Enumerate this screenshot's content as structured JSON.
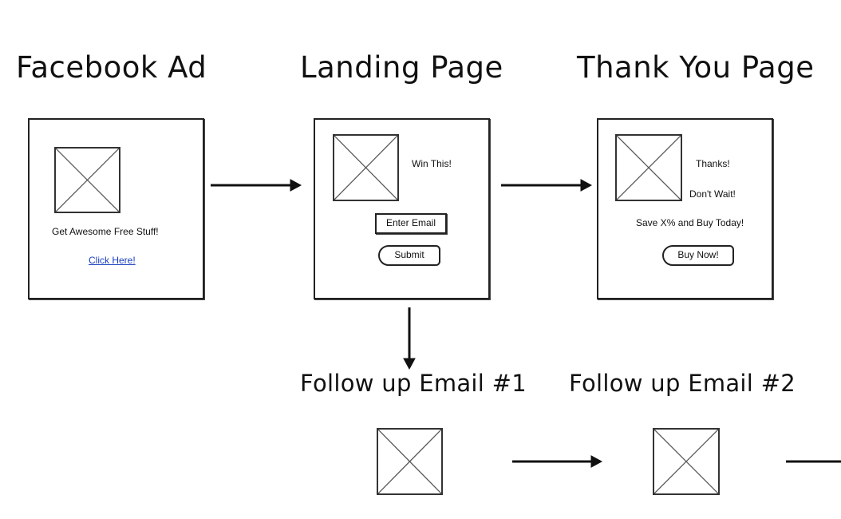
{
  "titles": {
    "facebook_ad": "Facebook Ad",
    "landing_page": "Landing Page",
    "thank_you_page": "Thank You Page",
    "follow_up_1": "Follow up Email #1",
    "follow_up_2": "Follow up Email #2"
  },
  "facebook_ad": {
    "text": "Get Awesome Free Stuff!",
    "link": "Click Here!"
  },
  "landing_page": {
    "headline": "Win This!",
    "email_input": "Enter Email",
    "submit": "Submit"
  },
  "thank_you_page": {
    "thanks": "Thanks!",
    "dont_wait": "Don't Wait!",
    "offer": "Save X% and Buy Today!",
    "buy_button": "Buy Now!"
  },
  "icons": {
    "placeholder": "image-placeholder-icon",
    "arrow": "arrow-icon"
  },
  "colors": {
    "stroke": "#222222",
    "link": "#1a3fbf"
  }
}
